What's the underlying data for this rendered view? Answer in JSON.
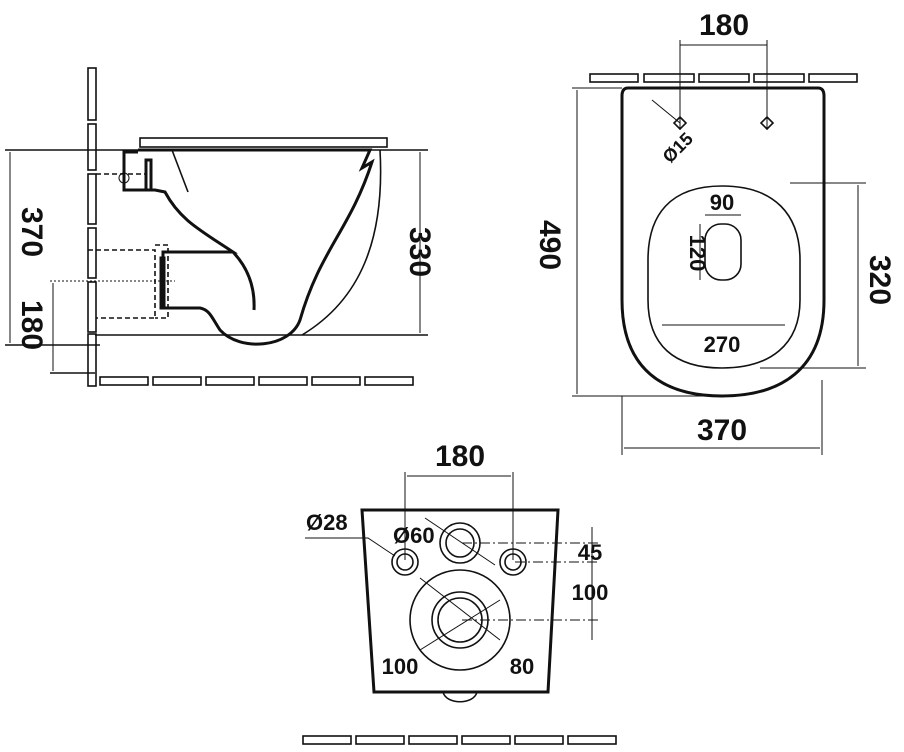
{
  "side_view": {
    "height_total": "370",
    "bowl_height": "330",
    "outlet_height": "180"
  },
  "top_view": {
    "fixing_distance": "180",
    "fixing_hole_diameter": "Ø15",
    "length": "490",
    "opening_length": "320",
    "width": "370",
    "opening_width": "270",
    "inner_width": "90",
    "inner_length": "120"
  },
  "rear_view": {
    "fixing_distance": "180",
    "fixing_hole_diameter": "Ø28",
    "inlet_diameter": "Ø60",
    "inlet_offset": "45",
    "outlet_offset": "100",
    "outlet_outer": "100",
    "outlet_inner": "80"
  }
}
